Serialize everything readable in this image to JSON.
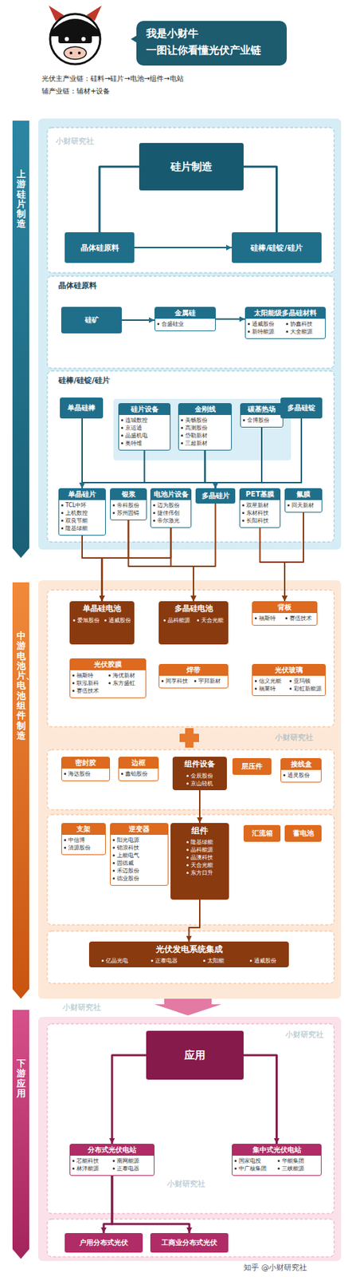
{
  "diagram": {
    "title": "我是小财牛 一图让你看懂光伏产业链",
    "nodes": [
      {
        "text": [
          "上游：硅片制造"
        ]
      },
      {
        "text": [
          "硅片制造"
        ]
      },
      {
        "text": [
          "晶体硅原料"
        ]
      },
      {
        "text": [
          "硅棒/硅锭/硅片"
        ]
      },
      {
        "text": [
          "晶体硅原料"
        ]
      },
      {
        "text": [
          "硅矿"
        ],
        "in": 4
      },
      {
        "text": [
          "金属硅",
          "合盛硅业"
        ],
        "in": 4
      },
      {
        "text": [
          "太阳能级多晶硅材料",
          "通威股份",
          "协鑫科技",
          "新特能源",
          "大全能源"
        ],
        "in": 4
      },
      {
        "text": [
          "硅棒/硅锭/硅片"
        ]
      },
      {
        "text": [
          "单晶硅棒"
        ],
        "in": 8
      },
      {
        "text": [
          "硅片设备",
          "连城数控",
          "京运通",
          "晶盛机电",
          "奥特维"
        ],
        "in": 8
      },
      {
        "text": [
          "金刚线",
          "美畅股份",
          "高测股份",
          "岱勒新材",
          "三超新材"
        ],
        "in": 8
      },
      {
        "text": [
          "碳基热场",
          "金博股份"
        ],
        "in": 8
      },
      {
        "text": [
          "多晶硅锭"
        ],
        "in": 8
      },
      {
        "text": [
          "单晶硅片",
          "TCL中环",
          "上机数控",
          "双良节能",
          "隆基绿能"
        ],
        "in": 8
      },
      {
        "text": [
          "银浆",
          "帝科股份",
          "苏州固锝"
        ],
        "in": 8
      },
      {
        "text": [
          "电池片设备",
          "迈为股份",
          "捷佳伟创",
          "帝尔激光"
        ],
        "in": 8
      },
      {
        "text": [
          "多晶硅片"
        ],
        "in": 8
      },
      {
        "text": [
          "PET基膜",
          "双星新材",
          "东材科技",
          "长阳科技"
        ],
        "in": 8
      },
      {
        "text": [
          "氟膜",
          "回天新材"
        ],
        "in": 8
      },
      {
        "text": [
          "中游：电池片、电池组件制造"
        ]
      },
      {
        "text": [
          "单晶硅电池",
          "爱旭股份",
          "通威股份"
        ]
      },
      {
        "text": [
          "多晶硅电池",
          "晶科能源",
          "天合光能"
        ]
      },
      {
        "text": [
          "背板",
          "福斯特",
          "赛伍技术"
        ]
      },
      {
        "text": [
          "光伏胶膜",
          "福斯特",
          "海优新材",
          "联泓新科",
          "东方盛虹",
          "赛伍技术"
        ]
      },
      {
        "text": [
          "焊带",
          "同享科技",
          "宇邦新材"
        ]
      },
      {
        "text": [
          "光伏玻璃",
          "信义光能",
          "亚玛顿",
          "福莱特",
          "彩虹新能源"
        ]
      },
      {
        "text": [
          "密封胶",
          "海达股份"
        ]
      },
      {
        "text": [
          "边框",
          "鑫铂股份"
        ]
      },
      {
        "text": [
          "组件设备",
          "金辰股份",
          "京山轻机"
        ]
      },
      {
        "text": [
          "层压件"
        ]
      },
      {
        "text": [
          "接线盒",
          "通灵股份"
        ]
      },
      {
        "text": [
          "支架",
          "中信博",
          "清源股份"
        ]
      },
      {
        "text": [
          "逆变器",
          "阳光电源",
          "锦浪科技",
          "上能电气",
          "固德威",
          "禾迈股份",
          "德业股份"
        ]
      },
      {
        "text": [
          "组件",
          "隆基绿能",
          "晶科能源",
          "晶澳科技",
          "天合光能",
          "东方日升"
        ]
      },
      {
        "text": [
          "汇流箱"
        ]
      },
      {
        "text": [
          "蓄电池"
        ]
      },
      {
        "text": [
          "光伏发电系统集成",
          "亿晶光电",
          "正泰电器",
          "太阳能",
          "通威股份"
        ]
      },
      {
        "text": [
          "下游：应用"
        ]
      },
      {
        "text": [
          "应用"
        ]
      },
      {
        "text": [
          "分布式光伏电站",
          "芯能科技",
          "南网能源",
          "林洋能源",
          "正泰电器"
        ]
      },
      {
        "text": [
          "集中式光伏电站",
          "国家电投",
          "华能集团",
          "中广核集团",
          "三峡能源"
        ]
      },
      {
        "text": [
          "户用分布式光伏"
        ]
      },
      {
        "text": [
          "工商业分布式光伏"
        ]
      }
    ],
    "edges": [
      {
        "from": 1,
        "to": 2,
        "arrow": "none"
      },
      {
        "from": 1,
        "to": 3,
        "arrow": "none"
      },
      {
        "from": 2,
        "to": 3,
        "arrow": "to"
      },
      {
        "from": 5,
        "to": 6,
        "arrow": "to"
      },
      {
        "from": 6,
        "to": 7,
        "arrow": "to"
      },
      {
        "from": 9,
        "to": 14,
        "arrow": "to"
      },
      {
        "from": 10,
        "to": 14,
        "arrow": "to"
      },
      {
        "from": 11,
        "to": 14,
        "arrow": "to"
      },
      {
        "from": 11,
        "to": 17,
        "arrow": "to"
      },
      {
        "from": 12,
        "to": 17,
        "arrow": "to"
      },
      {
        "from": 13,
        "to": 17,
        "arrow": "to"
      },
      {
        "from": 14,
        "to": 21,
        "arrow": "to"
      },
      {
        "from": 15,
        "to": 21,
        "arrow": "to"
      },
      {
        "from": 15,
        "to": 22,
        "arrow": "to"
      },
      {
        "from": 16,
        "to": 21,
        "arrow": "to"
      },
      {
        "from": 16,
        "to": 22,
        "arrow": "to"
      },
      {
        "from": 17,
        "to": 22,
        "arrow": "to"
      },
      {
        "from": 18,
        "to": 23,
        "arrow": "to"
      },
      {
        "from": 19,
        "to": 23,
        "arrow": "to"
      },
      {
        "from": 29,
        "to": 34,
        "arrow": "to"
      },
      {
        "from": 34,
        "to": 37,
        "arrow": "to"
      },
      {
        "from": 39,
        "to": 40,
        "arrow": "to"
      },
      {
        "from": 39,
        "to": 41,
        "arrow": "to"
      },
      {
        "from": 40,
        "to": 42,
        "arrow": "to"
      },
      {
        "from": 40,
        "to": 43,
        "arrow": "to"
      }
    ],
    "labels": [
      "光伏主产业链：硅料→硅片→电池→组件→电站",
      "辅产业链：辅材+设备",
      "小财研究社",
      "小财研究社",
      "小财研究社",
      "小财研究社",
      "小财研究社",
      "知乎 @小财研究社"
    ]
  }
}
